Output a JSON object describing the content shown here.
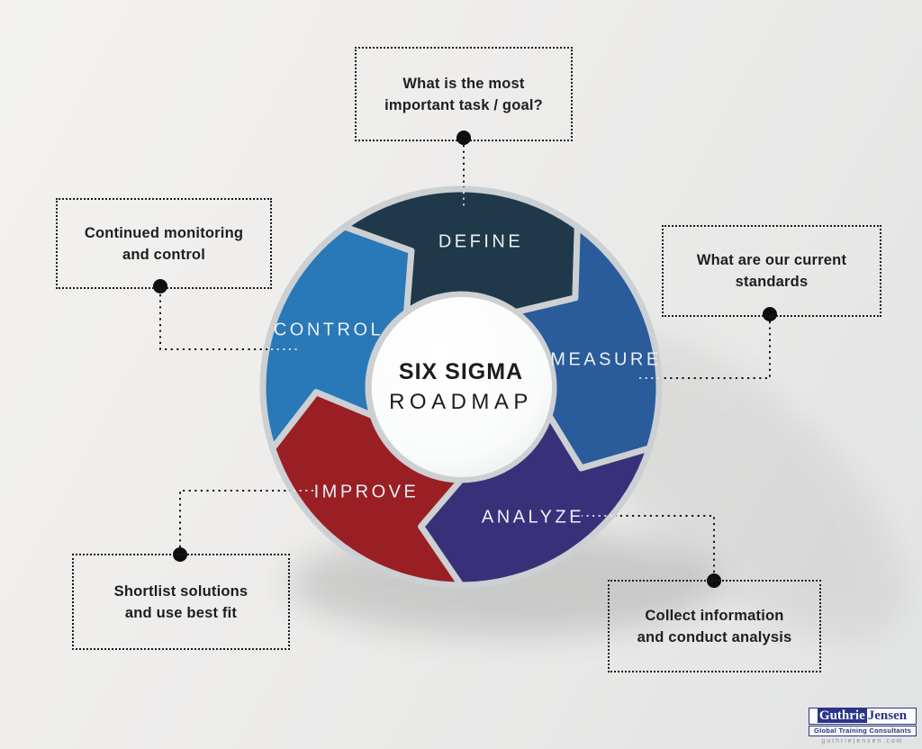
{
  "wheel": {
    "center_title_line1": "SIX SIGMA",
    "center_title_line2": "ROADMAP",
    "separator_color": "#ccd0d2",
    "segments": [
      {
        "id": "define",
        "label": "DEFINE",
        "color": "#1f394a"
      },
      {
        "id": "measure",
        "label": "MEASURE",
        "color": "#2a5b9a"
      },
      {
        "id": "analyze",
        "label": "ANALYZE",
        "color": "#38317a"
      },
      {
        "id": "improve",
        "label": "IMPROVE",
        "color": "#9a1f24"
      },
      {
        "id": "control",
        "label": "CONTROL",
        "color": "#2978b7"
      }
    ]
  },
  "callouts": {
    "define": {
      "line1": "What is the most",
      "line2": "important task / goal?"
    },
    "measure": {
      "line1": "What are our current",
      "line2": "standards"
    },
    "analyze": {
      "line1": "Collect information",
      "line2": "and conduct analysis"
    },
    "improve": {
      "line1": "Shortlist solutions",
      "line2": "and use best fit"
    },
    "control": {
      "line1": "Continued monitoring",
      "line2": "and control"
    }
  },
  "logo": {
    "name_part1": "Guthrie",
    "name_part2": "Jensen",
    "tagline": "Global Training Consultants",
    "website": "guthriejensen.com",
    "brand_color": "#2b3486"
  }
}
